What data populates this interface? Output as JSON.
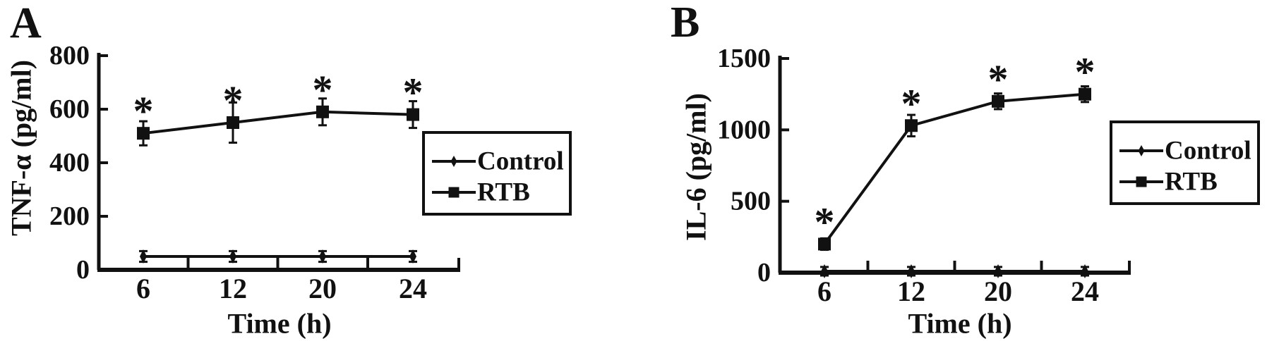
{
  "figure": {
    "background": "#ffffff",
    "ink_color": "#111111",
    "panels": [
      {
        "label": "A",
        "ylabel": "TNF-α (pg/ml)",
        "xlabel": "Time (h)"
      },
      {
        "label": "B",
        "ylabel": "IL-6 (pg/ml)",
        "xlabel": "Time (h)"
      }
    ]
  },
  "chart_data": [
    {
      "type": "line",
      "panel": "A",
      "title": "",
      "xlabel": "Time (h)",
      "ylabel": "TNF-α (pg/ml)",
      "categories": [
        "6",
        "12",
        "20",
        "24"
      ],
      "ylim": [
        0,
        800
      ],
      "yticks": [
        0,
        200,
        400,
        600,
        800
      ],
      "grid": false,
      "legend_position": "right-middle",
      "significance_symbol": "*",
      "series": [
        {
          "name": "Control",
          "marker": "diamond",
          "values": [
            50,
            50,
            50,
            50
          ],
          "errors": [
            20,
            20,
            20,
            20
          ],
          "significant": [
            false,
            false,
            false,
            false
          ]
        },
        {
          "name": "RTB",
          "marker": "square",
          "values": [
            510,
            550,
            590,
            580
          ],
          "errors": [
            45,
            75,
            50,
            50
          ],
          "significant": [
            true,
            true,
            true,
            true
          ]
        }
      ]
    },
    {
      "type": "line",
      "panel": "B",
      "title": "",
      "xlabel": "Time (h)",
      "ylabel": "IL-6 (pg/ml)",
      "categories": [
        "6",
        "12",
        "20",
        "24"
      ],
      "ylim": [
        0,
        1500
      ],
      "yticks": [
        0,
        500,
        1000,
        1500
      ],
      "grid": false,
      "legend_position": "right-middle",
      "significance_symbol": "*",
      "series": [
        {
          "name": "Control",
          "marker": "diamond",
          "values": [
            10,
            10,
            10,
            10
          ],
          "errors": [
            30,
            30,
            30,
            30
          ],
          "significant": [
            false,
            false,
            false,
            false
          ]
        },
        {
          "name": "RTB",
          "marker": "square",
          "values": [
            200,
            1030,
            1200,
            1250
          ],
          "errors": [
            40,
            75,
            55,
            55
          ],
          "significant": [
            true,
            true,
            true,
            true
          ]
        }
      ]
    }
  ]
}
